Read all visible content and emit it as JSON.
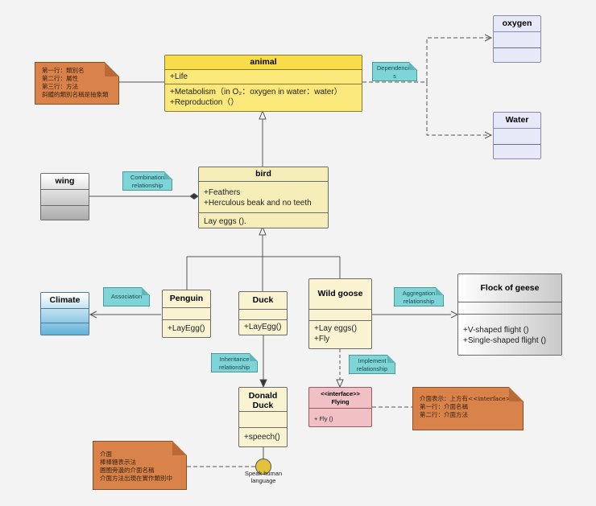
{
  "classes": {
    "animal": {
      "name": "animal",
      "attrs": [
        "+Life"
      ],
      "ops": [
        "+Metabolism（in O₂：oxygen in water：water）",
        "+Reproduction（）"
      ]
    },
    "oxygen": {
      "name": "oxygen"
    },
    "water": {
      "name": "Water"
    },
    "bird": {
      "name": "bird",
      "attrs": [
        "+Feathers",
        "+Herculous beak and no teeth"
      ],
      "ops": [
        "Lay eggs ()."
      ]
    },
    "wing": {
      "name": "wing"
    },
    "climate": {
      "name": "Climate"
    },
    "penguin": {
      "name": "Penguin",
      "ops": [
        "+LayEgg()"
      ]
    },
    "duck": {
      "name": "Duck",
      "ops": [
        "+LayEgg()"
      ]
    },
    "wildgoose": {
      "name": "Wild goose",
      "ops": [
        "+Lay eggs()",
        "+Fly"
      ]
    },
    "flock": {
      "name": "Flock of geese",
      "ops": [
        "+V-shaped flight ()",
        "+Single-shaped flight ()"
      ]
    },
    "flying": {
      "stereotype": "<<interface>>",
      "name": "Flying",
      "ops": [
        "+ Fly ()"
      ]
    },
    "donald": {
      "name": "Donald Duck",
      "ops": [
        "+speech()"
      ]
    }
  },
  "notes": {
    "n1": [
      "第一行：類別名",
      "第二行：屬性",
      "第三行：方法",
      "斜體的類別名稱是抽象類"
    ],
    "n2": [
      "介面表示：上方有<<interface>>",
      "第一行：介面名稱",
      "第二行：介面方法"
    ],
    "n3": [
      "介面",
      "棒棒糖表示法",
      "圓圈旁邊的介面名稱",
      "介面方法出現在實作類別中"
    ]
  },
  "tags": {
    "dependencies": "Dependencies",
    "combination": "Combination relationship",
    "association": "Association",
    "aggregation": "Aggregation relationship",
    "inheritance": "Inheritance relationship",
    "implement": "Implement relationship"
  },
  "lollipop_label": "Speak human language",
  "colors": {
    "cream": "#faf3d2",
    "yellow": "#fbe87a",
    "lavender": "#e7e8f8",
    "pink": "#f0c0c4",
    "note": "#d9834a",
    "tag": "#7ed4d6"
  }
}
